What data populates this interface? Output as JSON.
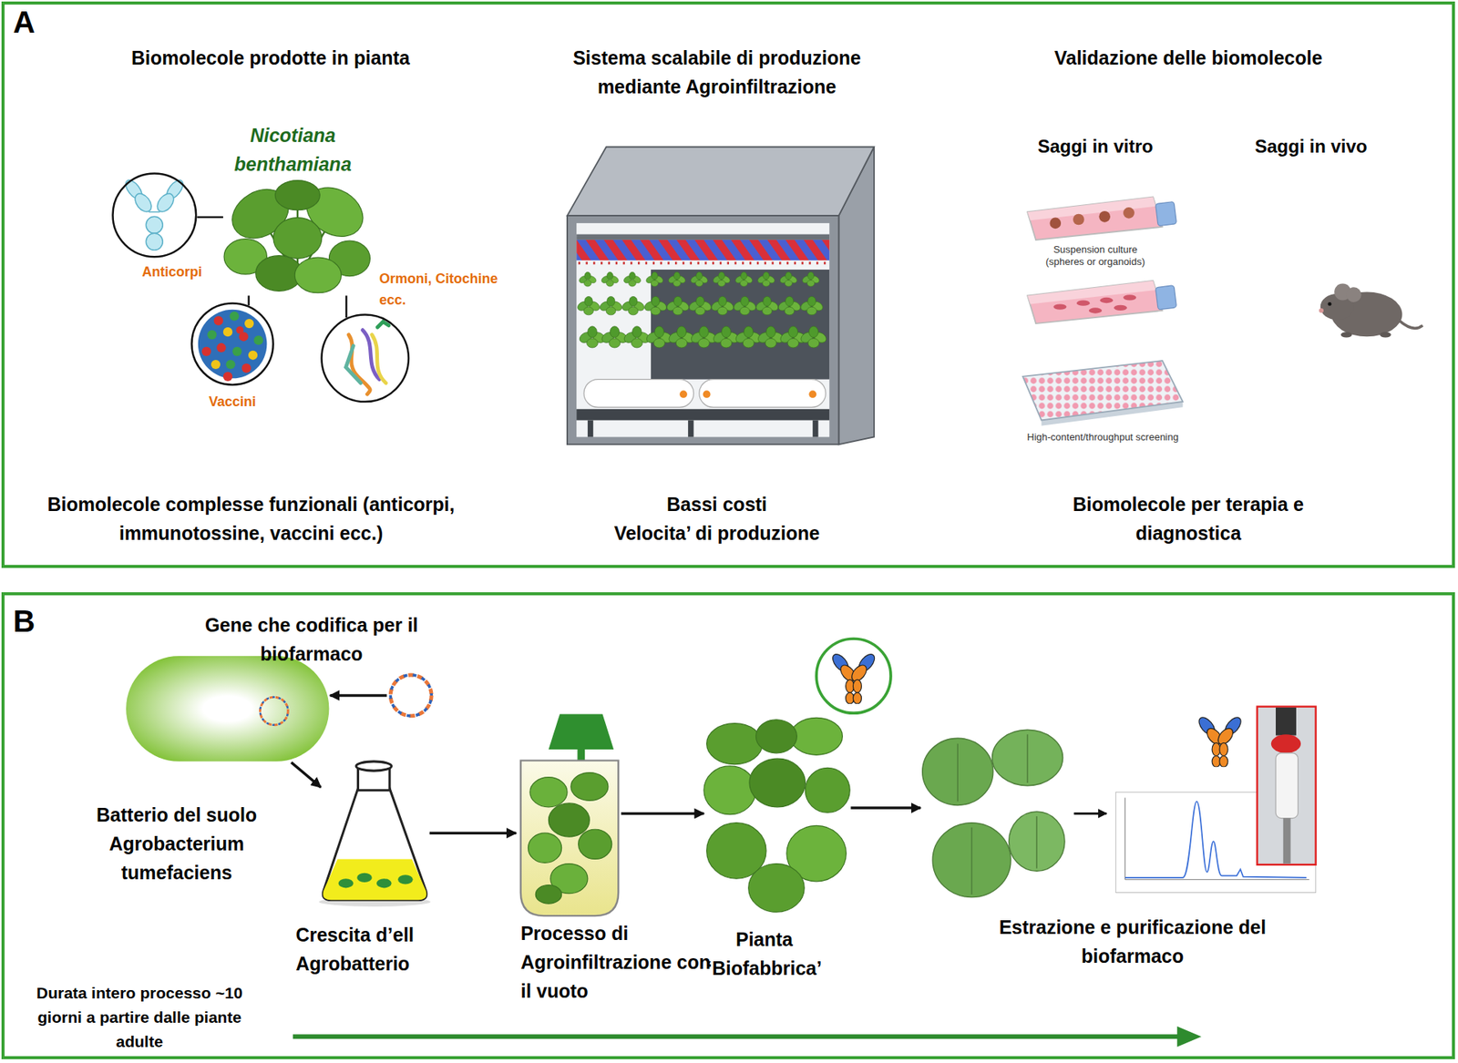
{
  "diagram": {
    "nodes": [
      {
        "text": [
          "A"
        ]
      },
      {
        "text": [
          "Nicotiana benthamiana"
        ],
        "in": 0
      },
      {
        "text": [
          "Anticorpi"
        ],
        "in": 0
      },
      {
        "text": [
          "Vaccini"
        ],
        "in": 0
      },
      {
        "text": [
          "Ormoni, Citochine ecc."
        ],
        "in": 0
      },
      {
        "text": [
          "B"
        ]
      },
      {
        "text": [
          "Gene che codifica per il biofarmaco"
        ],
        "in": 5
      },
      {
        "text": [
          "Batterio del suolo Agrobacterium tumefaciens"
        ],
        "in": 5
      },
      {
        "text": [
          "Crescita d’ell Agrobatterio"
        ],
        "in": 5
      },
      {
        "text": [
          "Processo di Agroinfiltrazione con il vuoto"
        ],
        "in": 5
      },
      {
        "text": [
          "Pianta ‘Biofabbrica’"
        ],
        "in": 5
      },
      {
        "text": [
          "Estrazione e purificazione del biofarmaco"
        ],
        "in": 5
      }
    ],
    "edges": [
      {
        "from": 1,
        "to": 2,
        "arrow": "none"
      },
      {
        "from": 1,
        "to": 3,
        "arrow": "none"
      },
      {
        "from": 1,
        "to": 4,
        "arrow": "none"
      },
      {
        "from": 6,
        "to": 7,
        "arrow": "to"
      },
      {
        "from": 7,
        "to": 8,
        "arrow": "to"
      },
      {
        "from": 8,
        "to": 9,
        "arrow": "to"
      },
      {
        "from": 9,
        "to": 10,
        "arrow": "to"
      },
      {
        "from": 10,
        "to": 11,
        "arrow": "to"
      }
    ],
    "labels": [
      "Biomolecole prodotte in pianta",
      "Sistema scalabile di produzione mediante Agroinfiltrazione",
      "Validazione delle biomolecole",
      "Saggi in vitro",
      "Saggi in vivo",
      "Suspension culture (spheres or organoids)",
      "High-content/throughput screening",
      "Biomolecole complesse funzionali (anticorpi, immunotossine, vaccini ecc.)",
      "Bassi costi",
      "Velocita’ di produzione",
      "Biomolecole per terapia e diagnostica",
      "Durata intero processo ~10 giorni a partire dalle piante adulte"
    ]
  }
}
